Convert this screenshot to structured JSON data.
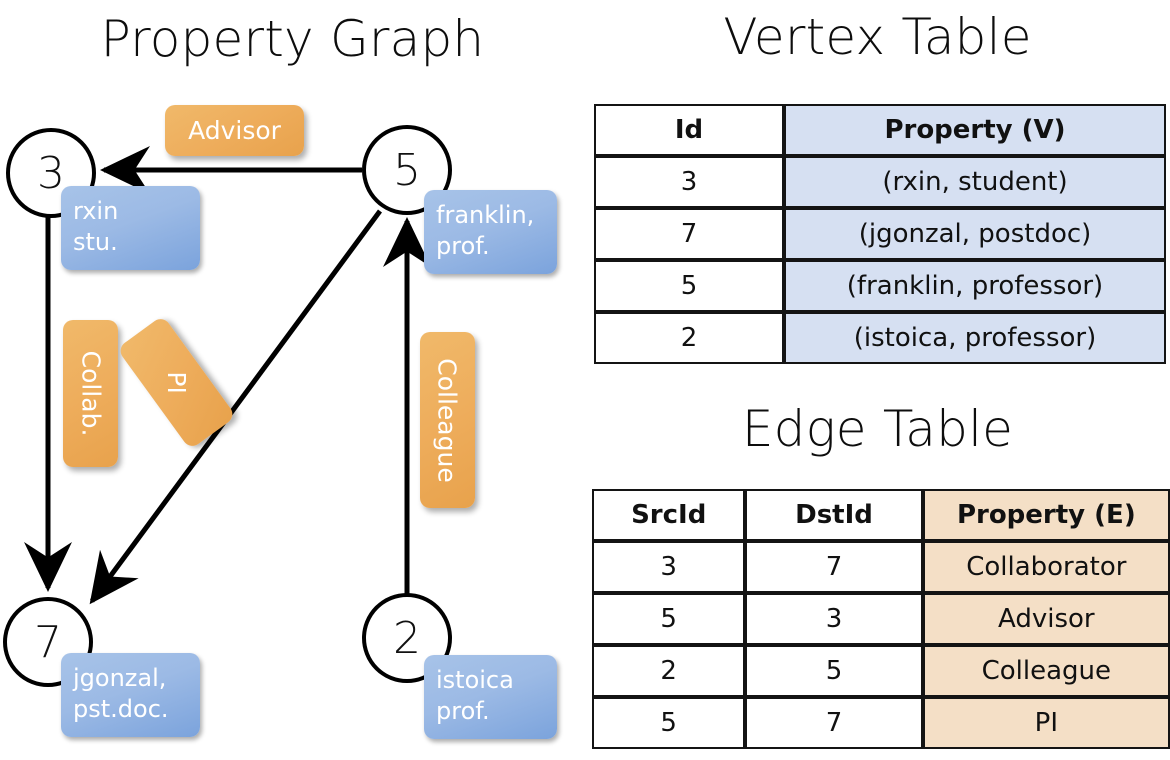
{
  "titles": {
    "graph": "Property Graph",
    "vertex_table": "Vertex Table",
    "edge_table": "Edge Table"
  },
  "colors": {
    "vertex_property_fill": "#d6e0f2",
    "edge_property_fill": "#f4dfc6",
    "vertex_box_blue": "#7ba3dc",
    "edge_label_orange": "#eead5c",
    "stroke": "#000000"
  },
  "graph": {
    "vertices": [
      {
        "id": "3",
        "property_lines": [
          "rxin",
          "stu."
        ]
      },
      {
        "id": "5",
        "property_lines": [
          "franklin,",
          "prof."
        ]
      },
      {
        "id": "7",
        "property_lines": [
          "jgonzal,",
          "pst.doc."
        ]
      },
      {
        "id": "2",
        "property_lines": [
          "istoica",
          "prof."
        ]
      }
    ],
    "edge_labels": [
      {
        "label": "Advisor",
        "orientation": "horizontal"
      },
      {
        "label": "Collab.",
        "orientation": "vertical"
      },
      {
        "label": "PI",
        "orientation": "diagonal"
      },
      {
        "label": "Colleague",
        "orientation": "vertical"
      }
    ],
    "edges": [
      {
        "src": "5",
        "dst": "3",
        "label": "Advisor"
      },
      {
        "src": "3",
        "dst": "7",
        "label": "Collab."
      },
      {
        "src": "5",
        "dst": "7",
        "label": "PI"
      },
      {
        "src": "2",
        "dst": "5",
        "label": "Colleague"
      }
    ]
  },
  "vertex_table": {
    "headers": [
      "Id",
      "Property (V)"
    ],
    "rows": [
      {
        "id": "3",
        "property": "(rxin, student)"
      },
      {
        "id": "7",
        "property": "(jgonzal, postdoc)"
      },
      {
        "id": "5",
        "property": "(franklin, professor)"
      },
      {
        "id": "2",
        "property": "(istoica, professor)"
      }
    ]
  },
  "edge_table": {
    "headers": [
      "SrcId",
      "DstId",
      "Property (E)"
    ],
    "rows": [
      {
        "src": "3",
        "dst": "7",
        "property": "Collaborator"
      },
      {
        "src": "5",
        "dst": "3",
        "property": "Advisor"
      },
      {
        "src": "2",
        "dst": "5",
        "property": "Colleague"
      },
      {
        "src": "5",
        "dst": "7",
        "property": "PI"
      }
    ]
  }
}
